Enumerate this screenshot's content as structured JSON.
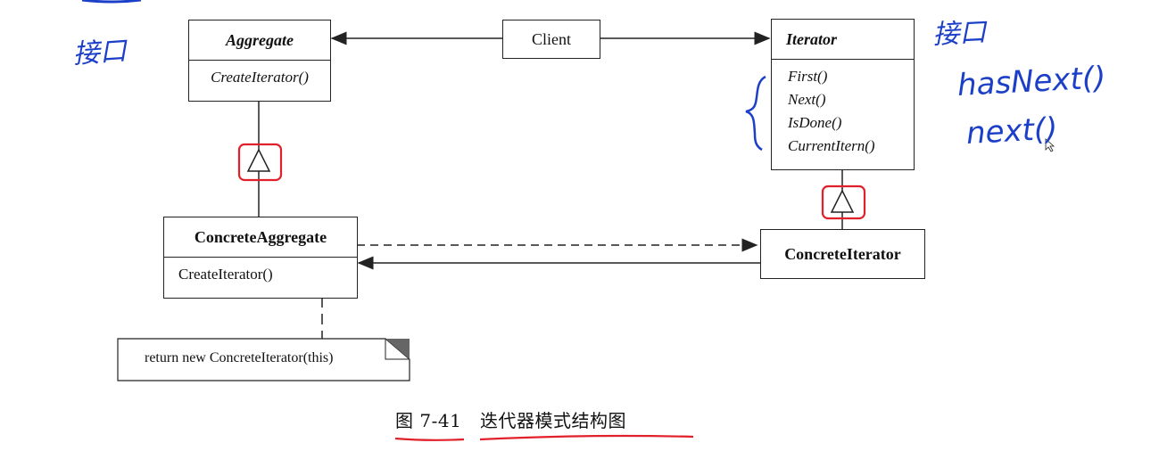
{
  "classes": {
    "aggregate": {
      "name": "Aggregate",
      "method": "CreateIterator()"
    },
    "iterator": {
      "name": "Iterator",
      "methods": [
        "First()",
        "Next()",
        "IsDone()",
        "CurrentItern()"
      ]
    },
    "client": {
      "name": "Client"
    },
    "concrete_aggregate": {
      "name": "ConcreteAggregate",
      "method": "CreateIterator()"
    },
    "concrete_iterator": {
      "name": "ConcreteIterator"
    }
  },
  "note": {
    "text": "return new ConcreteIterator(this)"
  },
  "caption": {
    "label": "图 7-41",
    "title": "迭代器模式结构图"
  },
  "handwriting": {
    "left_note": "接口",
    "right_note": "接口",
    "has_next": "hasNext()",
    "next": "next()"
  },
  "colors": {
    "ink": "#222222",
    "red_annotation": "#e0202a",
    "blue_annotation": "#1c3fc8",
    "note_corner": "#666666"
  }
}
